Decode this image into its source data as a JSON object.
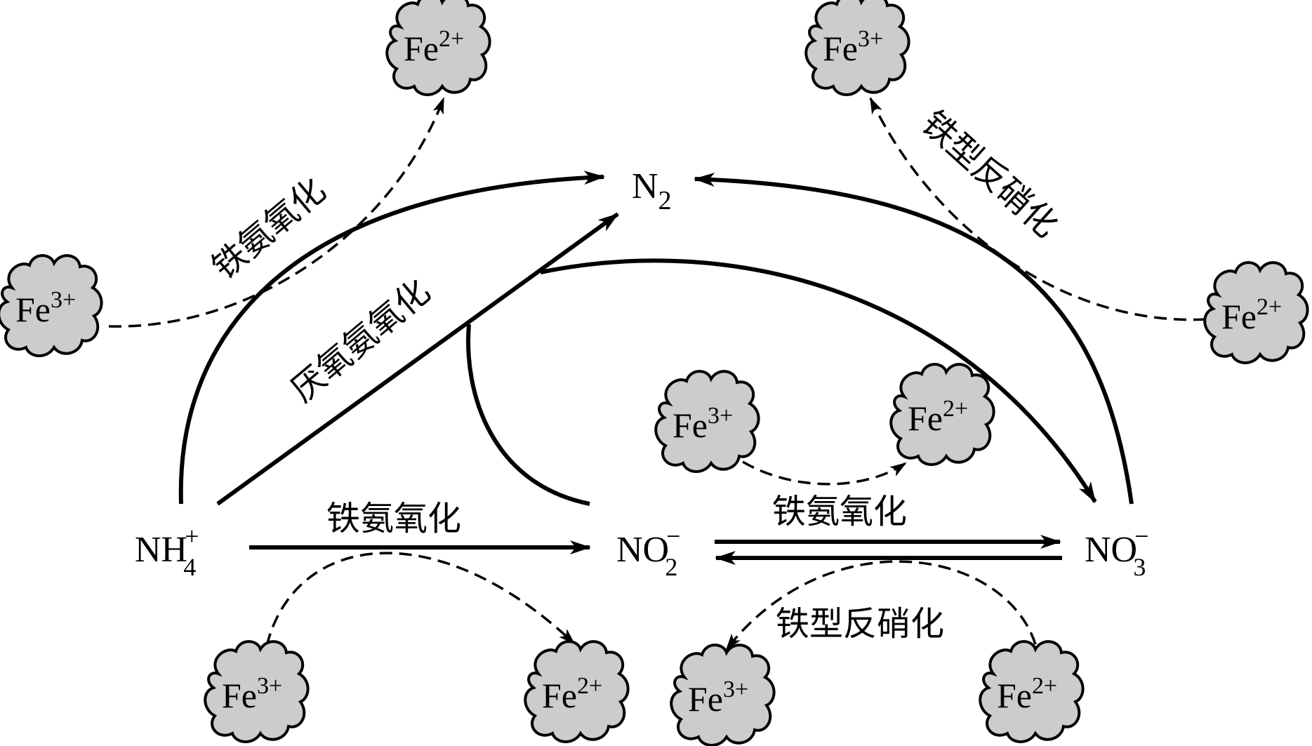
{
  "species": {
    "n2": {
      "main": "N",
      "sub": "2",
      "sup": ""
    },
    "nh4": {
      "main": "NH",
      "sub": "4",
      "sup": "+"
    },
    "no2": {
      "main": "NO",
      "sub": "2",
      "sup": "−"
    },
    "no3": {
      "main": "NO",
      "sub": "3",
      "sup": "−"
    }
  },
  "iron": {
    "fe2": {
      "main": "Fe",
      "sup": "2+"
    },
    "fe3": {
      "main": "Fe",
      "sup": "3+"
    }
  },
  "clouds": [
    {
      "id": "top-left-fe2",
      "ion": "fe2"
    },
    {
      "id": "top-right-fe3",
      "ion": "fe3"
    },
    {
      "id": "left-fe3",
      "ion": "fe3"
    },
    {
      "id": "right-fe2",
      "ion": "fe2"
    },
    {
      "id": "mid-fe3",
      "ion": "fe3"
    },
    {
      "id": "mid-fe2",
      "ion": "fe2"
    },
    {
      "id": "bottom-fe3-a",
      "ion": "fe3"
    },
    {
      "id": "bottom-fe2-a",
      "ion": "fe2"
    },
    {
      "id": "bottom-fe3-b",
      "ion": "fe3"
    },
    {
      "id": "bottom-fe2-b",
      "ion": "fe2"
    }
  ],
  "processes": {
    "feammox_top": "铁氨氧化",
    "anammox": "厌氧氨氧化",
    "feammox_nh4_no2": "铁氨氧化",
    "feammox_no2_no3": "铁氨氧化",
    "fe_denitrification_top": "铁型反硝化",
    "fe_denitrification_bottom": "铁型反硝化"
  },
  "colors": {
    "cloud_fill": "#cccccc",
    "line": "#000000"
  }
}
